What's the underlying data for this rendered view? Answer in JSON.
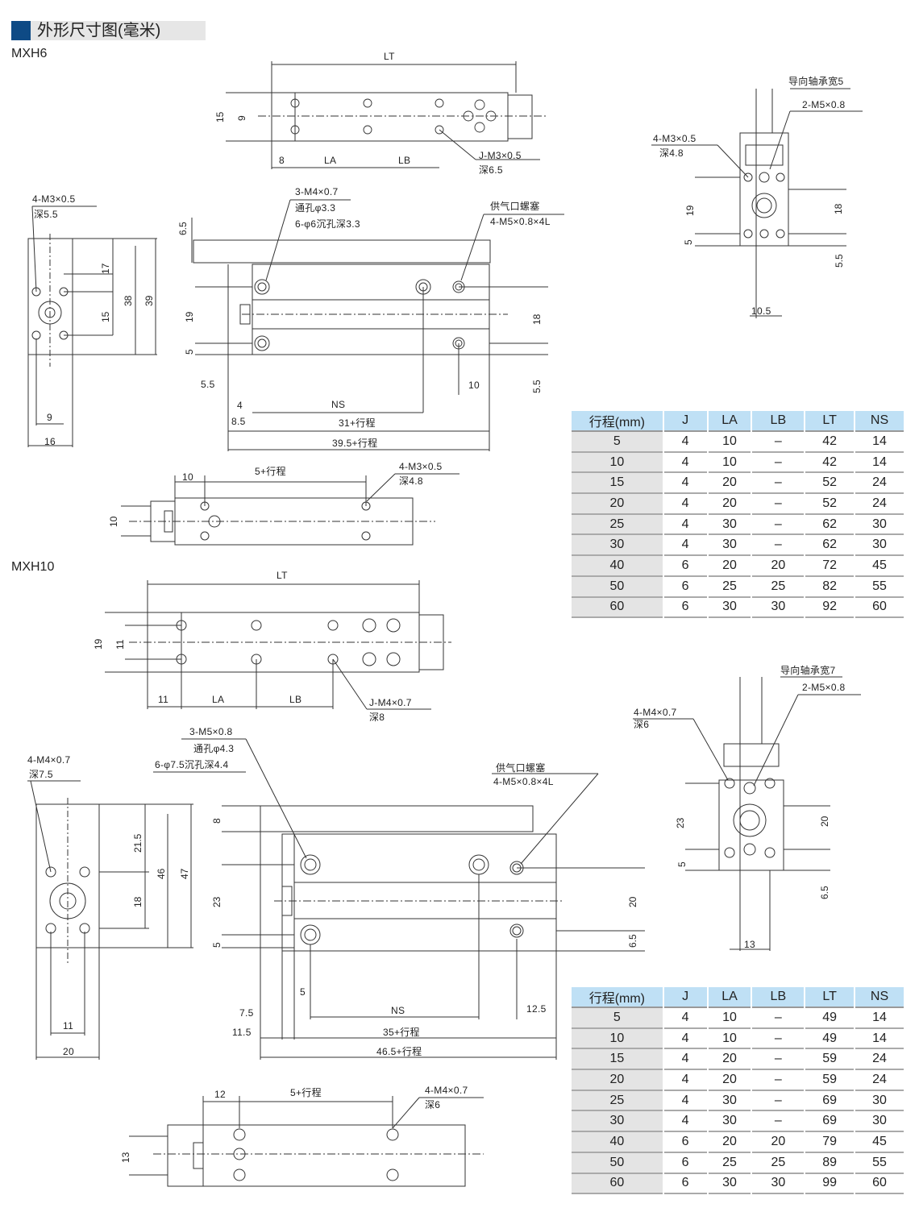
{
  "header": {
    "title": "外形尺寸图(毫米)",
    "color": "#0e4a85"
  },
  "mxh6": {
    "model": "MXH6",
    "top": [
      "LT",
      "15",
      "9",
      "8",
      "LA",
      "LB",
      "J-M3×0.5",
      "深6.5"
    ],
    "right": [
      "导向轴承宽5",
      "2-M5×0.8",
      "4-M3×0.5",
      "深4.8",
      "19",
      "5",
      "18",
      "5.5",
      "10.5"
    ],
    "left": [
      "4-M3×0.5",
      "深5.5",
      "17",
      "15",
      "38",
      "39",
      "9",
      "16"
    ],
    "front": [
      "3-M4×0.7",
      "通孔φ3.3",
      "6-φ6沉孔深3.3",
      "供气口螺塞",
      "4-M5×0.8×4L",
      "6.5",
      "19",
      "5",
      "18",
      "5.5",
      "5.5",
      "10",
      "4",
      "NS",
      "8.5",
      "31+行程",
      "39.5+行程"
    ],
    "bottom": [
      "10",
      "5+行程",
      "4-M3×0.5",
      "深4.8",
      "10"
    ],
    "table": {
      "headers": [
        "行程(mm)",
        "J",
        "LA",
        "LB",
        "LT",
        "NS"
      ],
      "rows": [
        [
          "5",
          "4",
          "10",
          "–",
          "42",
          "14"
        ],
        [
          "10",
          "4",
          "10",
          "–",
          "42",
          "14"
        ],
        [
          "15",
          "4",
          "20",
          "–",
          "52",
          "24"
        ],
        [
          "20",
          "4",
          "20",
          "–",
          "52",
          "24"
        ],
        [
          "25",
          "4",
          "30",
          "–",
          "62",
          "30"
        ],
        [
          "30",
          "4",
          "30",
          "–",
          "62",
          "30"
        ],
        [
          "40",
          "6",
          "20",
          "20",
          "72",
          "45"
        ],
        [
          "50",
          "6",
          "25",
          "25",
          "82",
          "55"
        ],
        [
          "60",
          "6",
          "30",
          "30",
          "92",
          "60"
        ]
      ]
    }
  },
  "mxh10": {
    "model": "MXH10",
    "top": [
      "LT",
      "19",
      "11",
      "11",
      "LA",
      "LB",
      "J-M4×0.7",
      "深8"
    ],
    "right": [
      "导向轴承宽7",
      "2-M5×0.8",
      "4-M4×0.7",
      "深6",
      "23",
      "5",
      "20",
      "6.5",
      "13"
    ],
    "left": [
      "4-M4×0.7",
      "深7.5",
      "21.5",
      "18",
      "46",
      "47",
      "11",
      "20"
    ],
    "front": [
      "3-M5×0.8",
      "通孔φ4.3",
      "6-φ7.5沉孔深4.4",
      "供气口螺塞",
      "4-M5×0.8×4L",
      "8",
      "23",
      "5",
      "20",
      "6.5",
      "5",
      "7.5",
      "NS",
      "12.5",
      "11.5",
      "35+行程",
      "46.5+行程"
    ],
    "bottom": [
      "12",
      "5+行程",
      "4-M4×0.7",
      "深6",
      "13"
    ],
    "table": {
      "headers": [
        "行程(mm)",
        "J",
        "LA",
        "LB",
        "LT",
        "NS"
      ],
      "rows": [
        [
          "5",
          "4",
          "10",
          "–",
          "49",
          "14"
        ],
        [
          "10",
          "4",
          "10",
          "–",
          "49",
          "14"
        ],
        [
          "15",
          "4",
          "20",
          "–",
          "59",
          "24"
        ],
        [
          "20",
          "4",
          "20",
          "–",
          "59",
          "24"
        ],
        [
          "25",
          "4",
          "30",
          "–",
          "69",
          "30"
        ],
        [
          "30",
          "4",
          "30",
          "–",
          "69",
          "30"
        ],
        [
          "40",
          "6",
          "20",
          "20",
          "79",
          "45"
        ],
        [
          "50",
          "6",
          "25",
          "25",
          "89",
          "55"
        ],
        [
          "60",
          "6",
          "30",
          "30",
          "99",
          "60"
        ]
      ]
    }
  }
}
